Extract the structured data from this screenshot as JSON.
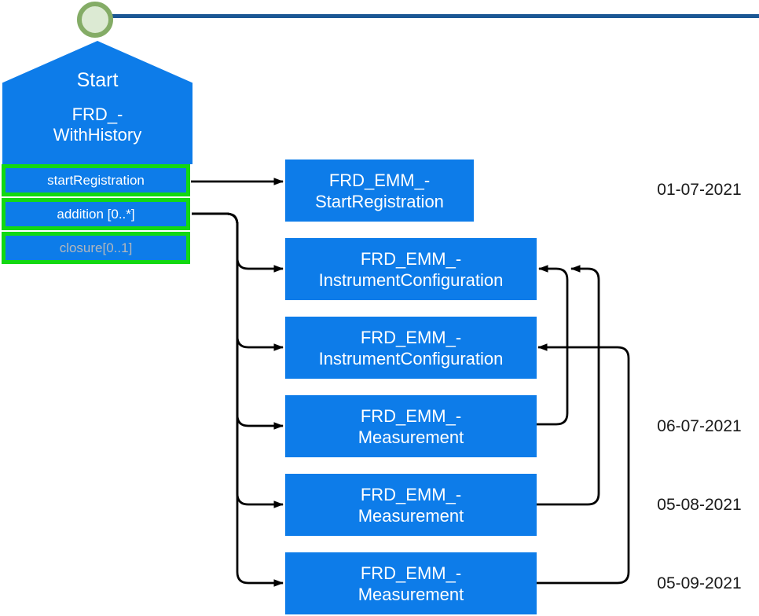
{
  "figure": {
    "start_node": {
      "title": "Start",
      "name_line1": "FRD_-",
      "name_line2": "WithHistory",
      "rows": [
        {
          "label": "startRegistration"
        },
        {
          "label": "addition [0..*]"
        },
        {
          "label": "closure[0..1]"
        }
      ]
    },
    "event_boxes": [
      {
        "line1": "FRD_EMM_-",
        "line2": "StartRegistration"
      },
      {
        "line1": "FRD_EMM_-",
        "line2": "InstrumentConfiguration"
      },
      {
        "line1": "FRD_EMM_-",
        "line2": "InstrumentConfiguration"
      },
      {
        "line1": "FRD_EMM_-",
        "line2": "Measurement"
      },
      {
        "line1": "FRD_EMM_-",
        "line2": "Measurement"
      },
      {
        "line1": "FRD_EMM_-",
        "line2": "Measurement"
      }
    ],
    "dates": [
      "01-07-2021",
      "06-07-2021",
      "05-08-2021",
      "05-09-2021"
    ],
    "colors": {
      "node_blue": "#0d7ce9",
      "timeline_navy": "#1b5794",
      "highlight_green": "#12d812",
      "circle_ring_green": "#84ac66",
      "circle_fill_green": "#dcead3",
      "muted_text": "#b4b7bb",
      "connector_black": "#000000"
    }
  }
}
